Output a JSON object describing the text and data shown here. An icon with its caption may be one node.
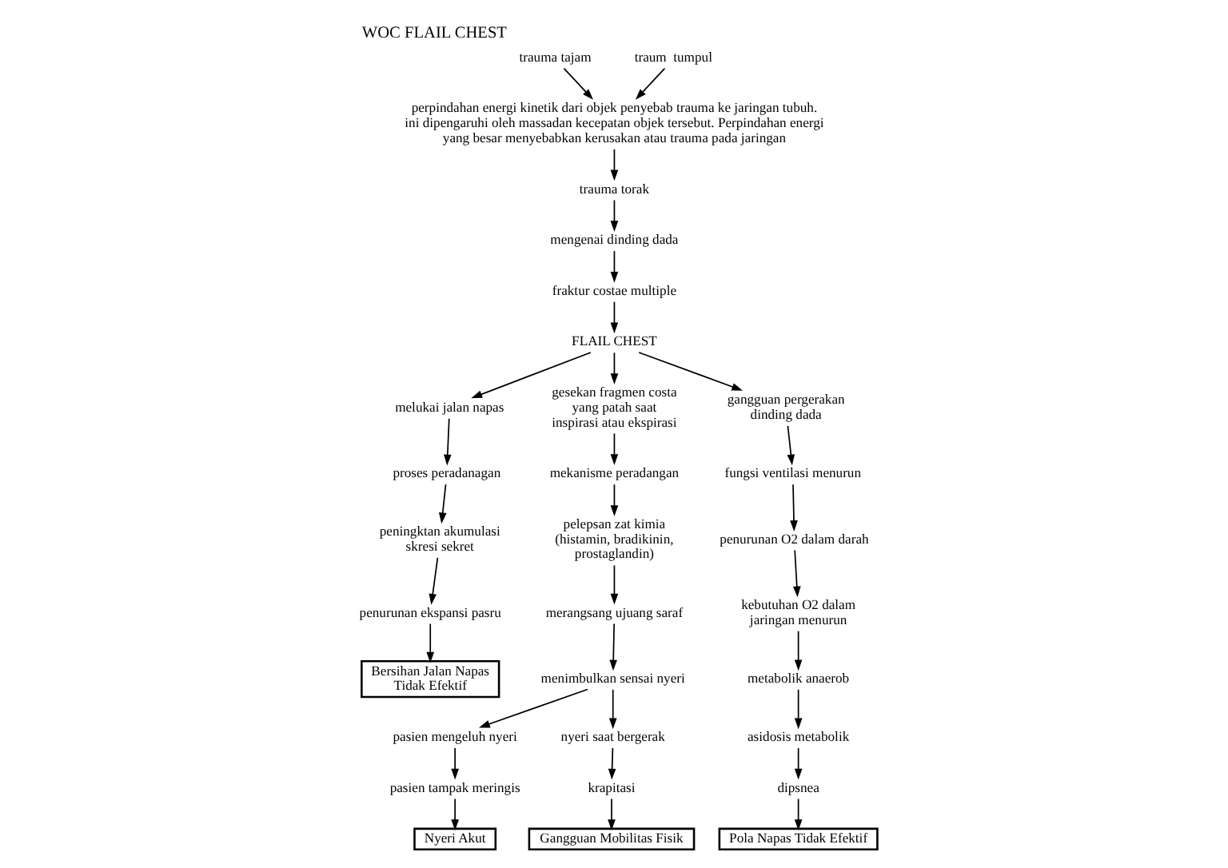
{
  "diagram": {
    "title": "WOC FLAIL CHEST",
    "nodes": [
      {
        "text": [
          "trauma tajam"
        ]
      },
      {
        "text": [
          "traum  tumpul"
        ]
      },
      {
        "text": [
          "perpindahan energi kinetik dari objek penyebab trauma ke jaringan tubuh. ini dipengaruhi oleh massadan kecepatan objek tersebut. Perpindahan energi yang besar menyebabkan kerusakan atau trauma pada jaringan"
        ]
      },
      {
        "text": [
          "trauma torak"
        ]
      },
      {
        "text": [
          "mengenai dinding dada"
        ]
      },
      {
        "text": [
          "fraktur costae multiple"
        ]
      },
      {
        "text": [
          "FLAIL CHEST"
        ]
      },
      {
        "text": [
          "melukai jalan napas"
        ]
      },
      {
        "text": [
          "proses peradanagan"
        ]
      },
      {
        "text": [
          "peningktan akumulasi skresi sekret"
        ]
      },
      {
        "text": [
          "penurunan ekspansi pasru"
        ]
      },
      {
        "text": [
          "Bersihan Jalan Napas Tidak Efektif"
        ]
      },
      {
        "text": [
          "pasien mengeluh nyeri"
        ]
      },
      {
        "text": [
          "pasien tampak meringis"
        ]
      },
      {
        "text": [
          "Nyeri Akut"
        ]
      },
      {
        "text": [
          "gesekan fragmen costa yang patah saat inspirasi atau ekspirasi"
        ]
      },
      {
        "text": [
          "mekanisme peradangan"
        ]
      },
      {
        "text": [
          "pelepsan zat kimia (histamin, bradikinin, prostaglandin)"
        ]
      },
      {
        "text": [
          "merangsang ujuang saraf"
        ]
      },
      {
        "text": [
          "menimbulkan sensai nyeri"
        ]
      },
      {
        "text": [
          "nyeri saat bergerak"
        ]
      },
      {
        "text": [
          "krapitasi"
        ]
      },
      {
        "text": [
          "Gangguan Mobilitas Fisik"
        ]
      },
      {
        "text": [
          "gangguan pergerakan dinding dada"
        ]
      },
      {
        "text": [
          "fungsi ventilasi menurun"
        ]
      },
      {
        "text": [
          "penurunan O2 dalam darah"
        ]
      },
      {
        "text": [
          "kebutuhan O2 dalam jaringan menurun"
        ]
      },
      {
        "text": [
          "metabolik anaerob"
        ]
      },
      {
        "text": [
          "asidosis metabolik"
        ]
      },
      {
        "text": [
          "dipsnea"
        ]
      },
      {
        "text": [
          "Pola Napas Tidak Efektif"
        ]
      }
    ],
    "edges": [
      {
        "from": 0,
        "to": 2,
        "arrow": "to"
      },
      {
        "from": 1,
        "to": 2,
        "arrow": "to"
      },
      {
        "from": 2,
        "to": 3,
        "arrow": "to"
      },
      {
        "from": 3,
        "to": 4,
        "arrow": "to"
      },
      {
        "from": 4,
        "to": 5,
        "arrow": "to"
      },
      {
        "from": 5,
        "to": 6,
        "arrow": "to"
      },
      {
        "from": 6,
        "to": 7,
        "arrow": "to"
      },
      {
        "from": 7,
        "to": 8,
        "arrow": "to"
      },
      {
        "from": 8,
        "to": 9,
        "arrow": "to"
      },
      {
        "from": 9,
        "to": 10,
        "arrow": "to"
      },
      {
        "from": 10,
        "to": 11,
        "arrow": "to"
      },
      {
        "from": 6,
        "to": 15,
        "arrow": "to"
      },
      {
        "from": 6,
        "to": 23,
        "arrow": "to"
      },
      {
        "from": 15,
        "to": 16,
        "arrow": "to"
      },
      {
        "from": 16,
        "to": 17,
        "arrow": "to"
      },
      {
        "from": 17,
        "to": 18,
        "arrow": "to"
      },
      {
        "from": 18,
        "to": 19,
        "arrow": "to"
      },
      {
        "from": 19,
        "to": 12,
        "arrow": "to"
      },
      {
        "from": 12,
        "to": 13,
        "arrow": "to"
      },
      {
        "from": 13,
        "to": 14,
        "arrow": "to"
      },
      {
        "from": 19,
        "to": 20,
        "arrow": "to"
      },
      {
        "from": 20,
        "to": 21,
        "arrow": "to"
      },
      {
        "from": 21,
        "to": 22,
        "arrow": "to"
      },
      {
        "from": 23,
        "to": 24,
        "arrow": "to"
      },
      {
        "from": 24,
        "to": 25,
        "arrow": "to"
      },
      {
        "from": 25,
        "to": 26,
        "arrow": "to"
      },
      {
        "from": 26,
        "to": 27,
        "arrow": "to"
      },
      {
        "from": 27,
        "to": 28,
        "arrow": "to"
      },
      {
        "from": 28,
        "to": 29,
        "arrow": "to"
      },
      {
        "from": 29,
        "to": 30,
        "arrow": "to"
      }
    ]
  }
}
